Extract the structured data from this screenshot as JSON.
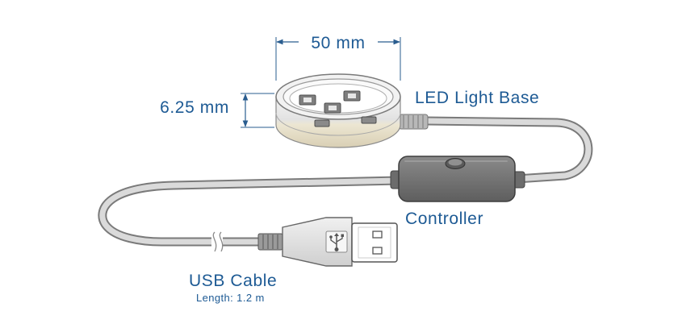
{
  "labels": {
    "diameter": "50 mm",
    "height": "6.25 mm",
    "base": "LED Light Base",
    "controller": "Controller",
    "cable": "USB Cable",
    "cable_length": "Length: 1.2 m"
  },
  "colors": {
    "label": "#1d5a94",
    "dimension_line": "#2a5d8f",
    "cable": "#d6d6d6",
    "cable_outline": "#7a7a7a",
    "controller_body": "#757575",
    "ring_top": "#eeeeee",
    "ring_bottom": "#e4dcc8",
    "led_chip": "#808080"
  },
  "icons": {
    "usb_symbol": "usb-symbol-icon",
    "power_button": "power-button-icon",
    "cable_break": "cable-break-icon"
  }
}
